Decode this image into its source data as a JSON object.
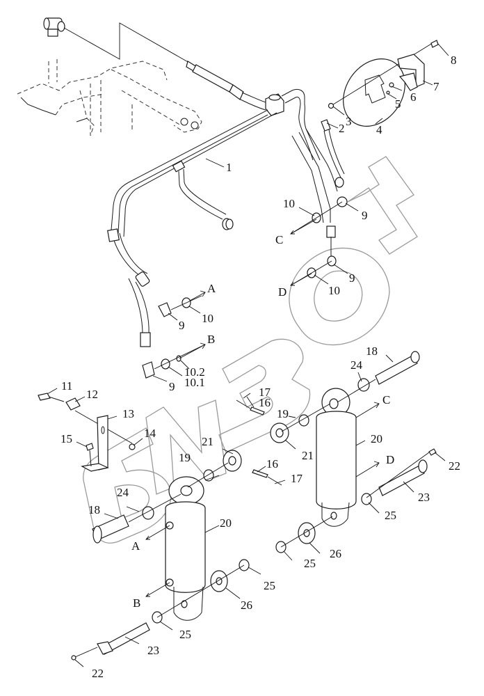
{
  "diagram": {
    "type": "exploded-parts-view",
    "subject": "Hydraulic lift cylinders with pipework",
    "watermark": "БИЗОН",
    "callouts": [
      {
        "id": "c1",
        "label": "1",
        "part": "pipe-assembly"
      },
      {
        "id": "c2",
        "label": "2",
        "part": "hose"
      },
      {
        "id": "c3",
        "label": "3",
        "part": "nut"
      },
      {
        "id": "c4",
        "label": "4",
        "part": "round-plate"
      },
      {
        "id": "c5",
        "label": "5",
        "part": "screw"
      },
      {
        "id": "c6",
        "label": "6",
        "part": "washer"
      },
      {
        "id": "c7",
        "label": "7",
        "part": "bracket"
      },
      {
        "id": "c8",
        "label": "8",
        "part": "bolt"
      },
      {
        "id": "c9a",
        "label": "9",
        "part": "elbow-fitting"
      },
      {
        "id": "c9b",
        "label": "9",
        "part": "elbow-fitting"
      },
      {
        "id": "c9c",
        "label": "9",
        "part": "elbow-fitting"
      },
      {
        "id": "c9d",
        "label": "9",
        "part": "elbow-fitting"
      },
      {
        "id": "c10a",
        "label": "10",
        "part": "adapter"
      },
      {
        "id": "c10b",
        "label": "10",
        "part": "adapter"
      },
      {
        "id": "c10c",
        "label": "10",
        "part": "adapter"
      },
      {
        "id": "c101",
        "label": "10.1",
        "part": "adapter"
      },
      {
        "id": "c102",
        "label": "10.2",
        "part": "o-ring"
      },
      {
        "id": "c11",
        "label": "11",
        "part": "bolt"
      },
      {
        "id": "c12",
        "label": "12",
        "part": "clamp"
      },
      {
        "id": "c13",
        "label": "13",
        "part": "support-bracket"
      },
      {
        "id": "c14",
        "label": "14",
        "part": "nut"
      },
      {
        "id": "c15",
        "label": "15",
        "part": "bolt"
      },
      {
        "id": "c16a",
        "label": "16",
        "part": "pin"
      },
      {
        "id": "c16b",
        "label": "16",
        "part": "pin"
      },
      {
        "id": "c17a",
        "label": "17",
        "part": "cotter-pin"
      },
      {
        "id": "c17b",
        "label": "17",
        "part": "cotter-pin"
      },
      {
        "id": "c18a",
        "label": "18",
        "part": "pivot-pin"
      },
      {
        "id": "c18b",
        "label": "18",
        "part": "pivot-pin"
      },
      {
        "id": "c19a",
        "label": "19",
        "part": "bushing"
      },
      {
        "id": "c19b",
        "label": "19",
        "part": "bushing"
      },
      {
        "id": "c20a",
        "label": "20",
        "part": "hydraulic-cylinder"
      },
      {
        "id": "c20b",
        "label": "20",
        "part": "hydraulic-cylinder"
      },
      {
        "id": "c21a",
        "label": "21",
        "part": "collar"
      },
      {
        "id": "c21b",
        "label": "21",
        "part": "collar"
      },
      {
        "id": "c22a",
        "label": "22",
        "part": "bolt"
      },
      {
        "id": "c22b",
        "label": "22",
        "part": "bolt"
      },
      {
        "id": "c23a",
        "label": "23",
        "part": "pin"
      },
      {
        "id": "c23b",
        "label": "23",
        "part": "pin"
      },
      {
        "id": "c24a",
        "label": "24",
        "part": "bushing"
      },
      {
        "id": "c24b",
        "label": "24",
        "part": "bushing"
      },
      {
        "id": "c25a",
        "label": "25",
        "part": "bushing"
      },
      {
        "id": "c25b",
        "label": "25",
        "part": "bushing"
      },
      {
        "id": "c25c",
        "label": "25",
        "part": "bushing"
      },
      {
        "id": "c25d",
        "label": "25",
        "part": "bushing"
      },
      {
        "id": "c26a",
        "label": "26",
        "part": "washer"
      },
      {
        "id": "c26b",
        "label": "26",
        "part": "washer"
      }
    ],
    "connection_labels": [
      {
        "id": "A1",
        "label": "A"
      },
      {
        "id": "A2",
        "label": "A"
      },
      {
        "id": "B1",
        "label": "B"
      },
      {
        "id": "B2",
        "label": "B"
      },
      {
        "id": "C1",
        "label": "C"
      },
      {
        "id": "C2",
        "label": "C"
      },
      {
        "id": "D1",
        "label": "D"
      },
      {
        "id": "D2",
        "label": "D"
      }
    ]
  }
}
